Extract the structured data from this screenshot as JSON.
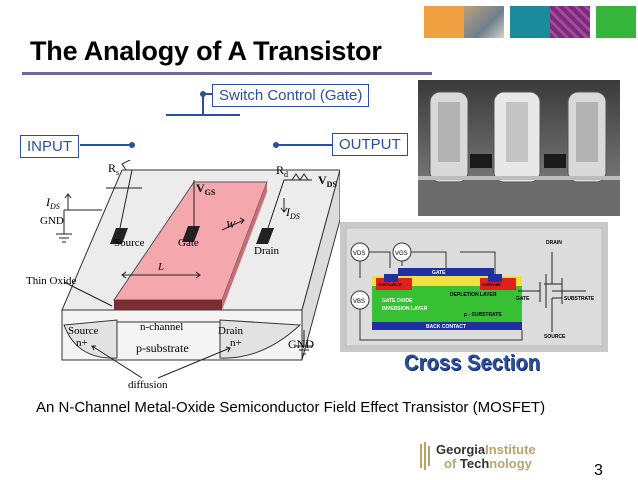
{
  "slide": {
    "title": "The Analogy of A Transistor",
    "page_number": "3",
    "caption": "An N-Channel Metal-Oxide Semiconductor Field Effect Transistor (MOSFET)"
  },
  "switch_diagram": {
    "gate_label": "Switch Control (Gate)",
    "input_label": "INPUT",
    "output_label": "OUTPUT"
  },
  "mosfet_diagram": {
    "rs": "R",
    "rs_sub": "s",
    "rd": "R",
    "rd_sub": "d",
    "ids_left": "I",
    "ids_left_sub": "DS",
    "ids_right": "I",
    "ids_right_sub": "DS",
    "gnd_left": "GND",
    "gnd_right": "GND",
    "vgs": "V",
    "vgs_sub": "GS",
    "vds": "V",
    "vds_sub": "DS",
    "source_terminal": "Source",
    "gate_terminal": "Gate",
    "drain_terminal": "Drain",
    "w": "W",
    "l": "L",
    "thin_oxide": "Thin Oxide",
    "n_channel": "n-channel",
    "source_region": "Source",
    "source_doping": "n+",
    "drain_region": "Drain",
    "drain_doping": "n+",
    "p_substrate": "p-substrate",
    "diffusion": "diffusion"
  },
  "cross_section": {
    "heading": "Cross Section",
    "vgs_symbol": "VGS",
    "vds_symbol": "VDS",
    "vbs_symbol": "VBS",
    "gate": "GATE",
    "source": "n-SOURCE",
    "drain": "n-DRAIN",
    "depletion": "DEPLETION LAYER",
    "gate_oxide": "GATE OXIDE",
    "inversion": "INVERSION LAYER",
    "p_substrate": "p - SUBSTRATE",
    "back_contact": "BACK CONTACT",
    "sym_drain": "DRAIN",
    "sym_gate": "GATE",
    "sym_substrate": "SUBSTRATE",
    "sym_source": "SOURCE"
  },
  "logo": {
    "line1_a": "Georgia",
    "line1_b": "Institute",
    "line2_a": "of ",
    "line2_b": "Tech",
    "line2_c": "nology"
  },
  "colors": {
    "title_rule": "#6b6b99",
    "accent_blue": "#2a4fa0",
    "gate_pink": "#f4a8ae",
    "tile_orange": "#f0a040",
    "tile_teal": "#1b8a9a",
    "tile_purple": "#7a2c7a",
    "tile_green": "#35b53a",
    "cross_panel": "#c9c9c9"
  }
}
